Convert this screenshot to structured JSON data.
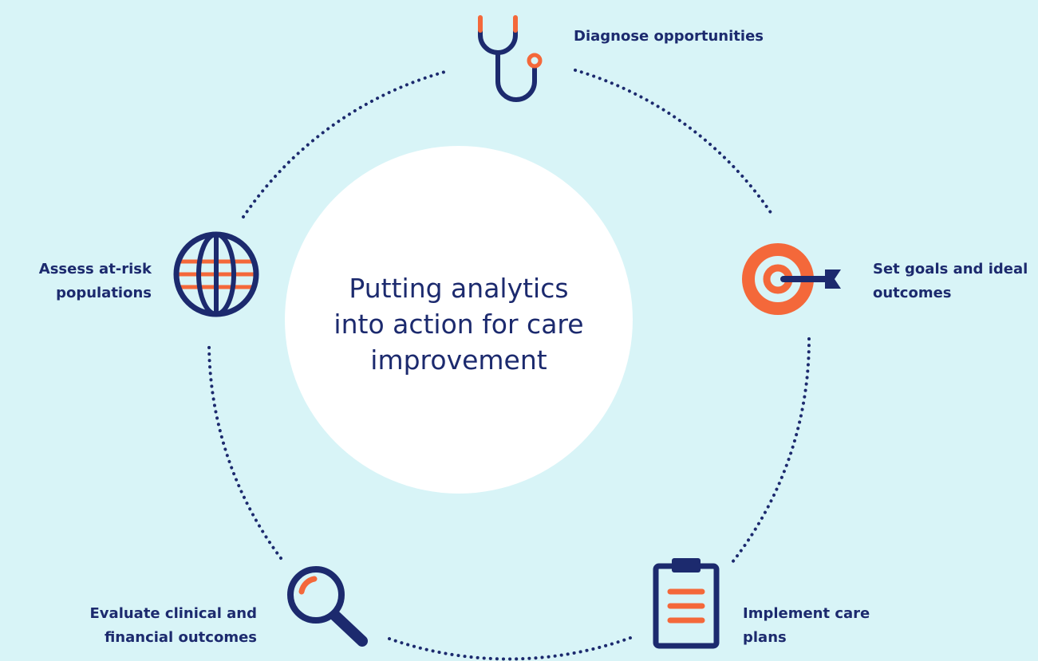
{
  "diagram": {
    "center_title": "Putting analytics into action for care improvement",
    "steps": [
      {
        "label": "Diagnose opportunities",
        "icon": "stethoscope-icon"
      },
      {
        "label": "Set goals and ideal outcomes",
        "icon": "target-icon"
      },
      {
        "label": "Implement care plans",
        "icon": "clipboard-icon"
      },
      {
        "label": "Evaluate clinical and financial outcomes",
        "icon": "magnifier-icon"
      },
      {
        "label": "Assess at-risk populations",
        "icon": "globe-icon"
      }
    ]
  },
  "colors": {
    "background": "#d8f4f7",
    "navy": "#1c2a6e",
    "orange": "#f4683a",
    "white": "#ffffff"
  }
}
